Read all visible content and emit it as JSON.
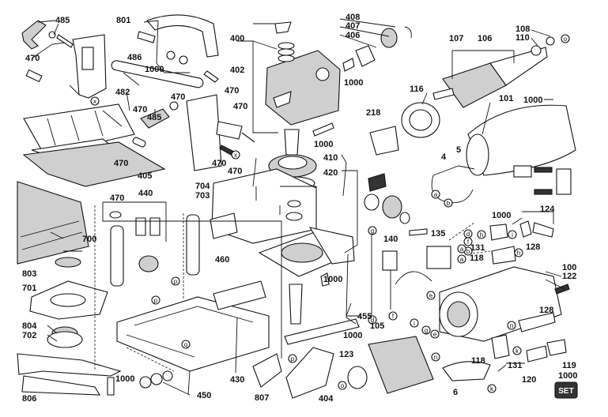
{
  "diagram": {
    "labels": [
      "485",
      "801",
      "400",
      "408",
      "407",
      "406",
      "108",
      "110",
      "470",
      "1000",
      "486",
      "482",
      "402",
      "107",
      "106",
      "116",
      "101",
      "1000",
      "218",
      "5",
      "4",
      "405",
      "470",
      "470",
      "704",
      "703",
      "410",
      "420",
      "440",
      "700",
      "124",
      "1000",
      "135",
      "140",
      "803",
      "701",
      "460",
      "131",
      "128",
      "118",
      "100",
      "122",
      "804",
      "702",
      "455",
      "1000",
      "105",
      "123",
      "128",
      "118",
      "131",
      "120",
      "119",
      "806",
      "1000",
      "450",
      "807",
      "404",
      "430",
      "6",
      "1000",
      "470",
      "470",
      "470",
      "485",
      "1000",
      "1000",
      "1000",
      "470",
      "470",
      "470"
    ],
    "bubble_letters": [
      "x",
      "x",
      "a",
      "b",
      "d",
      "f",
      "h",
      "i",
      "a",
      "b",
      "h",
      "g",
      "e",
      "p",
      "p",
      "p",
      "q",
      "d",
      "f",
      "n",
      "o",
      "g",
      "k",
      "k",
      "n",
      "o",
      "i",
      "e",
      "a"
    ],
    "set_badge": "SET"
  }
}
